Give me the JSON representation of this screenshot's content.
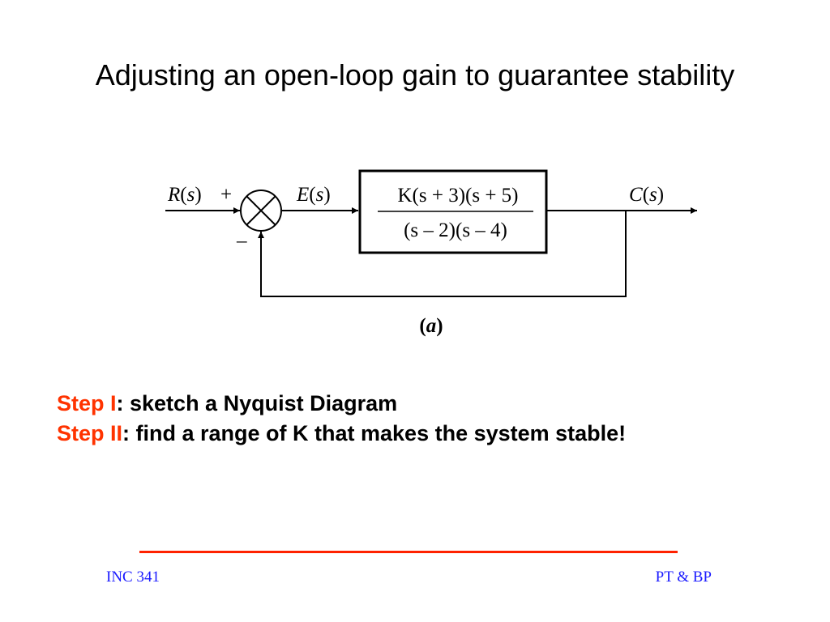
{
  "slide": {
    "title": "Adjusting an open-loop gain to guarantee stability"
  },
  "diagram": {
    "input": {
      "fn": "R",
      "arg": "s",
      "sign": "+"
    },
    "error": {
      "fn": "E",
      "arg": "s"
    },
    "output": {
      "fn": "C",
      "arg": "s"
    },
    "feedback_sign": "–",
    "transfer_numerator": "K(s + 3)(s + 5)",
    "transfer_denominator": "(s – 2)(s – 4)",
    "caption": "a"
  },
  "steps": [
    {
      "label": "Step I",
      "text": ": sketch a Nyquist Diagram"
    },
    {
      "label": "Step II",
      "text": ": find a range of K that makes the system stable!"
    }
  ],
  "footer": {
    "left": "INC 341",
    "right": "PT & BP"
  },
  "colors": {
    "step_label": "#ff3300",
    "rule": "#ff2200",
    "footer": "#1a1aff"
  }
}
